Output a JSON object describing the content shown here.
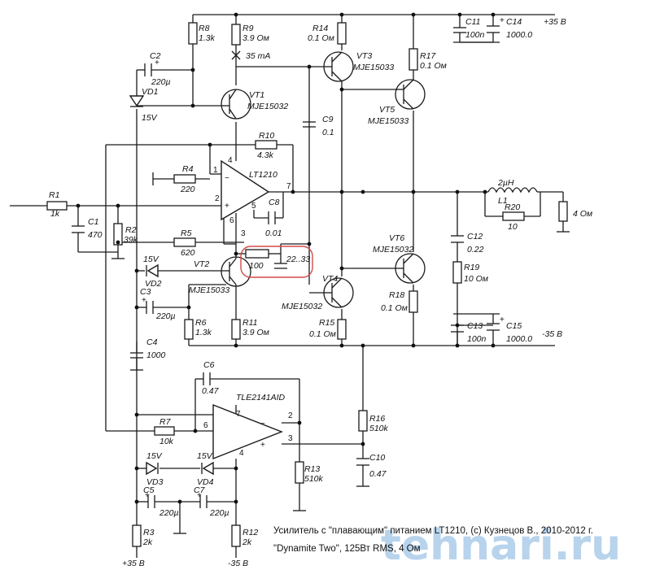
{
  "labels": {
    "R1": "R1",
    "R1v": "1k",
    "C1": "C1",
    "C1v": "470",
    "R2": "R2",
    "R2v": "39k",
    "R8": "R8",
    "R8v": "1.3k",
    "R9": "R9",
    "R9v": "3.9 Ом",
    "current": "35 mA",
    "C2": "C2",
    "C2v": "220µ",
    "VD1": "VD1",
    "VD1v": "15V",
    "VT1": "VT1",
    "VT1v": "MJE15032",
    "R14": "R14",
    "R14v": "0.1 Ом",
    "VT3": "VT3",
    "VT3v": "MJE15033",
    "R17": "R17",
    "R17v": "0.1 Ом",
    "VT5": "VT5",
    "VT5v": "MJE15033",
    "C9": "C9",
    "C9v": "0.1",
    "C11": "C11",
    "C11v": "100n",
    "C14": "C14",
    "C14v": "1000.0",
    "vpos_top": "+35 В",
    "R10": "R10",
    "R10v": "4.3k",
    "R4": "R4",
    "R4v": "220",
    "U1": "LT1210",
    "C8": "C8",
    "C8v": "0.01",
    "L1v": "2µH",
    "L1": "L1",
    "R20": "R20",
    "R20v": "10",
    "load": "4 Ом",
    "R5": "R5",
    "R5v": "620",
    "C12": "C12",
    "C12v": "0.22",
    "R19": "R19",
    "R19v": "10 Ом",
    "VT6": "VT6",
    "VT6v": "MJE15032",
    "Rx": "100",
    "Cx": "22..33",
    "VD2v": "15V",
    "VD2": "VD2",
    "VT2": "VT2",
    "VT2v": "MJE15033",
    "C3": "C3",
    "C3v": "220µ",
    "VT4": "VT4",
    "VT4v": "MJE15032",
    "R18": "R18",
    "R18v": "0.1 Ом",
    "C13": "C13",
    "C13v": "100n",
    "C15": "C15",
    "C15v": "1000.0",
    "vneg_right": "-35 В",
    "R6": "R6",
    "R6v": "1.3k",
    "R11": "R11",
    "R11v": "3.9 Ом",
    "R15": "R15",
    "R15v": "0.1 Ом",
    "C4": "C4",
    "C4v": "1000",
    "C6": "C6",
    "C6v": "0.47",
    "U2": "TLE2141AID",
    "R7": "R7",
    "R7v": "10k",
    "R16": "R16",
    "R16v": "510k",
    "C10": "C10",
    "C10v": "0.47",
    "R13": "R13",
    "R13v": "510k",
    "VD3v": "15V",
    "VD3": "VD3",
    "VD4v": "15V",
    "VD4": "VD4",
    "C5": "C5",
    "C5v": "220µ",
    "C7": "C7",
    "C7v": "220µ",
    "R3": "R3",
    "R3v": "2k",
    "R12": "R12",
    "R12v": "2k",
    "vpos_bottom": "+35 В",
    "vneg_bottom": "-35 В"
  },
  "pins": {
    "u1_1": "1",
    "u1_2": "2",
    "u1_3": "3",
    "u1_4": "4",
    "u1_5": "5",
    "u1_6": "6",
    "u1_7": "7",
    "u2_2": "2",
    "u2_3": "3",
    "u2_4": "4",
    "u2_6": "6",
    "u2_7": "7"
  },
  "caption": {
    "line1": "Усилитель с \"плавающим\" питанием LT1210, (c) Кузнецов В., 2010-2012 г.",
    "line2": "\"Dynamite Two\", 125Вт RMS, 4 Ом"
  },
  "watermark": "tehnari.ru",
  "colors": {
    "highlight": "#d24a4a",
    "watermark": "#7fb0de",
    "ink": "#1a1a1a"
  }
}
